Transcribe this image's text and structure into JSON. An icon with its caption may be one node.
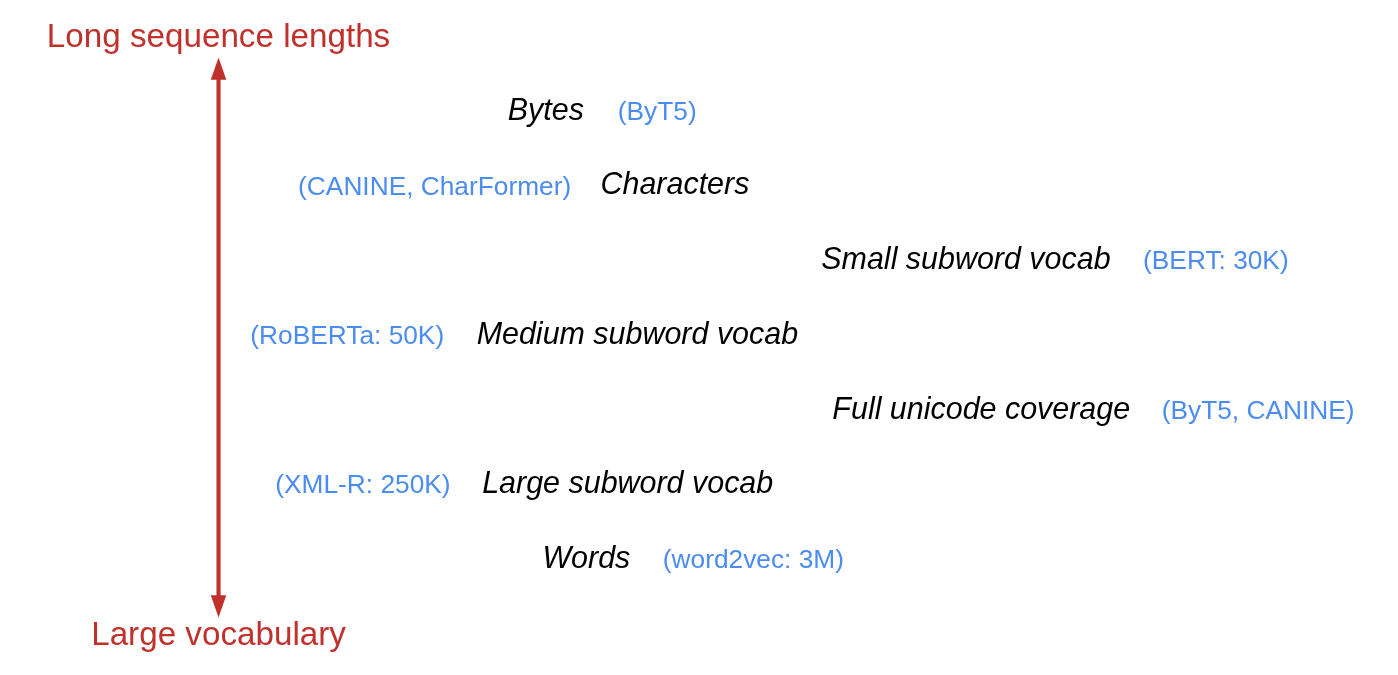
{
  "diagram": {
    "nodes": [
      {
        "text": [
          "Long sequence lengths"
        ]
      },
      {
        "text": [
          "Large vocabulary"
        ]
      }
    ],
    "edges": [
      {
        "from": 0,
        "to": 1,
        "arrow": "both",
        "color": "#c0312b"
      }
    ],
    "labels": [
      "Bytes",
      "(ByT5)",
      "(CANINE, CharFormer)",
      "Characters",
      "Small subword vocab",
      "(BERT: 30K)",
      "(RoBERTa: 50K)",
      "Medium subword vocab",
      "Full unicode coverage",
      "(ByT5, CANINE)",
      "(XML-R: 250K)",
      "Large subword vocab",
      "Words",
      "(word2vec: 3M)"
    ]
  }
}
